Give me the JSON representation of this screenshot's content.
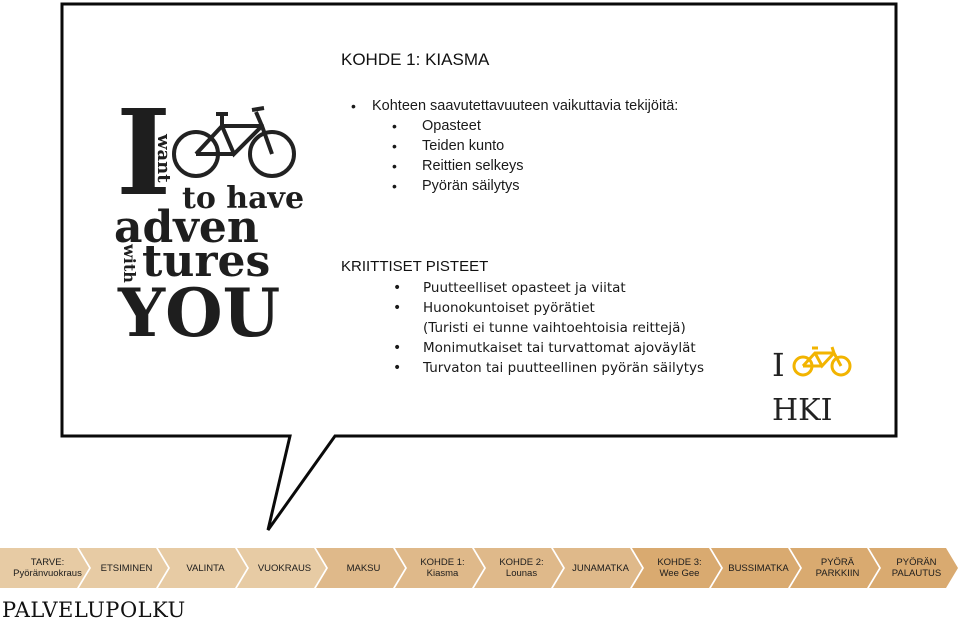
{
  "bubble": {
    "title": "KOHDE 1: KIASMA",
    "factors_intro": "Kohteen saavutettavuuteen vaikuttavia tekijöitä:",
    "factors": [
      "Opasteet",
      "Teiden kunto",
      "Reittien selkeys",
      "Pyörän säilytys"
    ],
    "critical_title": "KRIITTISET PISTEET",
    "critical_points": [
      "Puutteelliset opasteet ja viitat",
      "Huonokuntoiset pyörätiet",
      "(Turisti ei tunne vaihtoehtoisia reittejä)",
      "Monimutkaiset tai turvattomat ajoväylät",
      "Turvaton tai puutteellinen pyörän säilytys"
    ]
  },
  "logo_adventures": {
    "line1": "I",
    "line1b": "want",
    "line2": "to have",
    "line3": "adven",
    "line3b": "with",
    "line4": "tures",
    "line5": "YOU"
  },
  "logo_hki": {
    "top": "I",
    "bottom": "HKI"
  },
  "flow": {
    "steps": [
      "TARVE:\nPyöränvuokraus",
      "ETSIMINEN",
      "VALINTA",
      "VUOKRAUS",
      "MAKSU",
      "KOHDE 1:\nKiasma",
      "KOHDE 2:\nLounas",
      "JUNAMATKA",
      "KOHDE 3:\nWee Gee",
      "BUSSIMATKA",
      "PYÖRÄ\nPARKKIIN",
      "PYÖRÄN\nPALAUTUS"
    ],
    "colors": [
      "#e7cba4",
      "#dfb98a",
      "#d9aa70"
    ]
  },
  "footer": {
    "label": "PALVELUPOLKU"
  }
}
